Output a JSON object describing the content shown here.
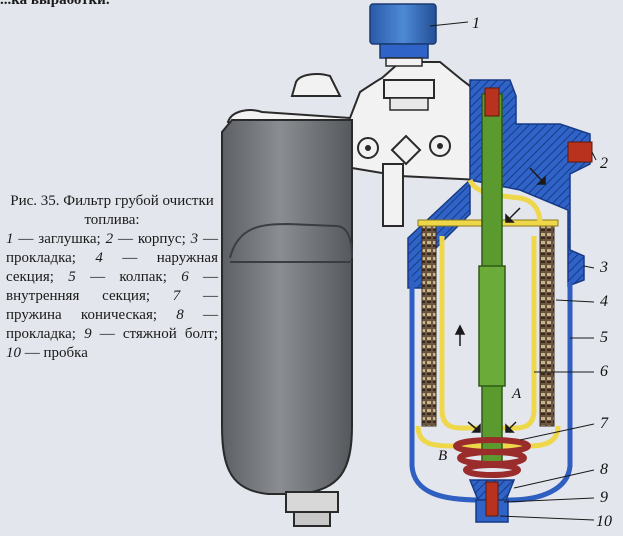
{
  "page": {
    "top_fragment": "...ка выработки.",
    "caption": {
      "title": "Рис. 35. Фильтр грубой очистки топлива:",
      "legend": [
        {
          "num": "1",
          "text": "заглушка;"
        },
        {
          "num": "2",
          "text": "корпус;"
        },
        {
          "num": "3",
          "text": "прокладка;"
        },
        {
          "num": "4",
          "text": "наружная секция;"
        },
        {
          "num": "5",
          "text": "колпак;"
        },
        {
          "num": "6",
          "text": "внутренняя секция;"
        },
        {
          "num": "7",
          "text": "пружина коническая;"
        },
        {
          "num": "8",
          "text": "прокладка;"
        },
        {
          "num": "9",
          "text": "стяжной болт;"
        },
        {
          "num": "10",
          "text": "пробка"
        }
      ]
    },
    "figure": {
      "callouts": [
        "1",
        "2",
        "3",
        "4",
        "5",
        "6",
        "7",
        "8",
        "9",
        "10"
      ],
      "letters": {
        "a": "А",
        "b": "В"
      },
      "colors": {
        "housing_hatch": "#2f63c8",
        "bolt": "#5a9a2e",
        "bowl": "#7b7e82",
        "spring": "#9b2c2c",
        "cap": "#3f78c0",
        "yellow_section": "#e8d43a"
      }
    }
  }
}
